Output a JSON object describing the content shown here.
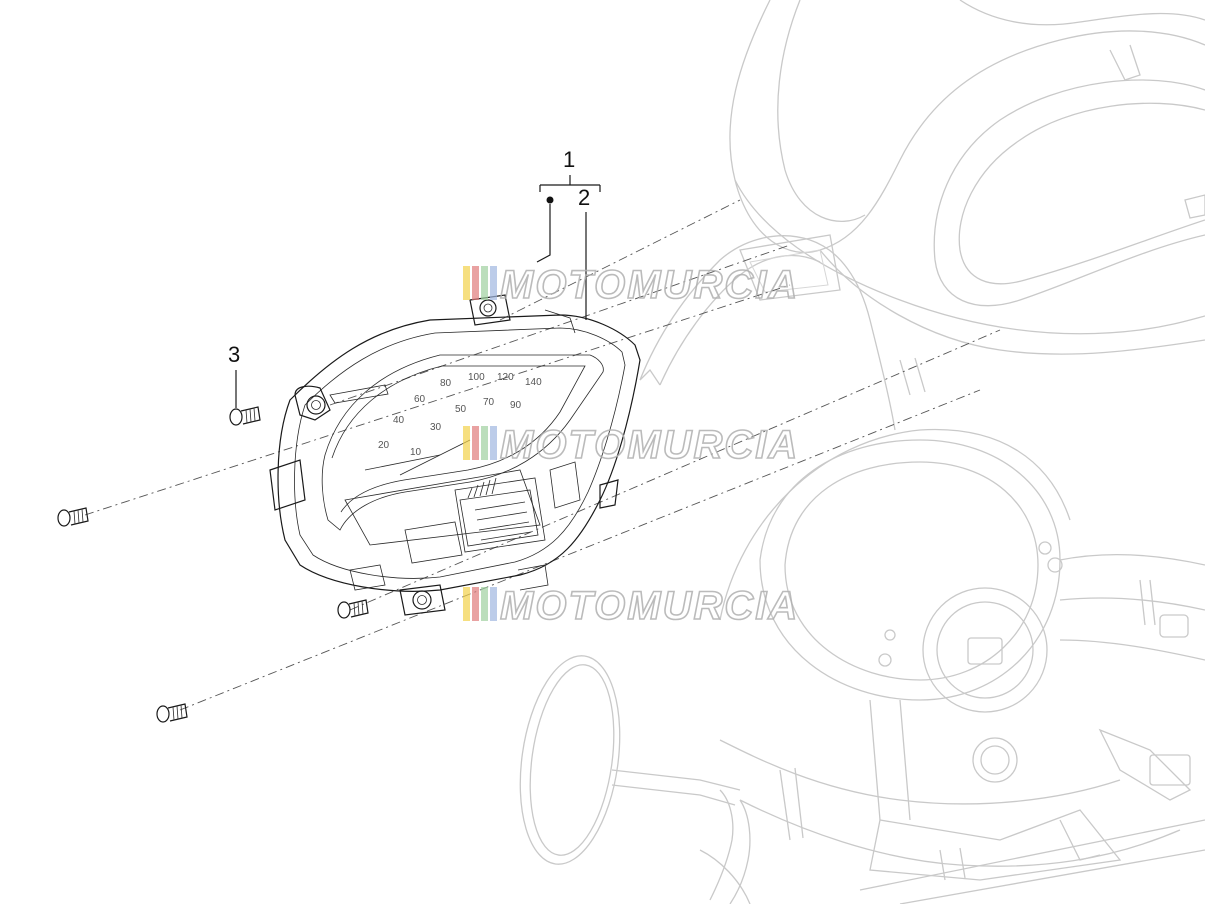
{
  "callouts": {
    "one": "1",
    "two": "2",
    "three": "3"
  },
  "dial_numbers": [
    "20",
    "40",
    "60",
    "80",
    "100",
    "120",
    "140",
    "10",
    "30",
    "50",
    "70",
    "90"
  ],
  "watermark": {
    "text": "MOTOMURCIA",
    "colors": [
      "#f2d24a",
      "#e07a7a",
      "#9fd0a0",
      "#9fb7e0"
    ]
  },
  "colors": {
    "line": "#1a1a1a",
    "ghost": "#c9c9c9",
    "background": "#ffffff"
  }
}
